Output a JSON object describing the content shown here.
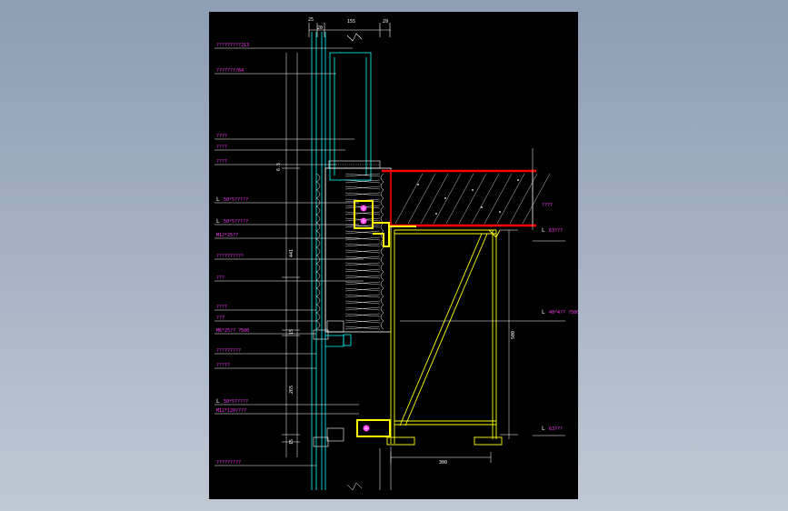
{
  "colors": {
    "background": "#000000",
    "label": "#ff33ff",
    "mullion": "#00ffff",
    "bracket": "#ffff00",
    "slab_edge": "#ff0000",
    "line": "#ffffff"
  },
  "dimensions": {
    "top_25": "25",
    "top_20": "20",
    "top_155": "155",
    "top_29": "29",
    "side_65": "6.5",
    "side_441": "441",
    "side_15a": "15",
    "side_265": "265",
    "side_15b": "15",
    "right_span": "500",
    "bottom_300": "300"
  },
  "left_labels": [
    {
      "id": "l1",
      "text": "?????????213"
    },
    {
      "id": "l2",
      "text": "????????64"
    },
    {
      "id": "l3",
      "text": "????"
    },
    {
      "id": "l4",
      "text": "????"
    },
    {
      "id": "l5",
      "text": "????"
    },
    {
      "id": "l6",
      "prefix": "L",
      "text": "50*5?????"
    },
    {
      "id": "l7",
      "prefix": "L",
      "text": "50*5?????"
    },
    {
      "id": "l8",
      "text": "M12*25??"
    },
    {
      "id": "l9",
      "text": "??????????"
    },
    {
      "id": "l10",
      "text": "???"
    },
    {
      "id": "l11",
      "text": "????"
    },
    {
      "id": "l12",
      "text": "???"
    },
    {
      "id": "l13",
      "text": "M6*25?? ?500"
    },
    {
      "id": "l14",
      "text": "?????????"
    },
    {
      "id": "l15",
      "text": "?????"
    },
    {
      "id": "l16",
      "prefix": "L",
      "text": "50*5?????"
    },
    {
      "id": "l17",
      "text": "M12*120????"
    },
    {
      "id": "l18",
      "text": "?????????"
    }
  ],
  "right_labels": [
    {
      "id": "r1",
      "text": "????"
    },
    {
      "id": "r2",
      "prefix": "L",
      "text": "63???"
    },
    {
      "id": "r3",
      "prefix": "L",
      "text": "40*4?? ?500"
    },
    {
      "id": "r4",
      "prefix": "L",
      "text": "63???"
    }
  ]
}
